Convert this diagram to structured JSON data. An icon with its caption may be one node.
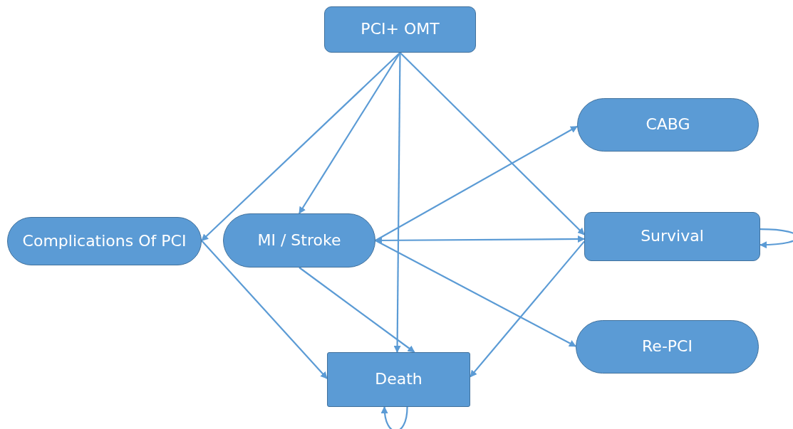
{
  "diagram": {
    "nodes": [
      {
        "text": [
          "PCI+ OMT"
        ]
      },
      {
        "text": [
          "CABG"
        ]
      },
      {
        "text": [
          "Complications Of PCI"
        ]
      },
      {
        "text": [
          "MI / Stroke"
        ]
      },
      {
        "text": [
          "Survival"
        ]
      },
      {
        "text": [
          "Re-PCI"
        ]
      },
      {
        "text": [
          "Death"
        ]
      }
    ],
    "edges": [
      {
        "from": 0,
        "to": 2,
        "arrow": "to"
      },
      {
        "from": 0,
        "to": 3,
        "arrow": "to"
      },
      {
        "from": 0,
        "to": 6,
        "arrow": "to"
      },
      {
        "from": 0,
        "to": 4,
        "arrow": "to"
      },
      {
        "from": 2,
        "to": 6,
        "arrow": "to"
      },
      {
        "from": 3,
        "to": 1,
        "arrow": "to"
      },
      {
        "from": 3,
        "to": 4,
        "arrow": "both"
      },
      {
        "from": 3,
        "to": 6,
        "arrow": "to"
      },
      {
        "from": 3,
        "to": 5,
        "arrow": "to"
      },
      {
        "from": 4,
        "to": 6,
        "arrow": "to"
      },
      {
        "from": 4,
        "to": 4,
        "arrow": "to"
      },
      {
        "from": 6,
        "to": 6,
        "arrow": "to"
      }
    ]
  }
}
